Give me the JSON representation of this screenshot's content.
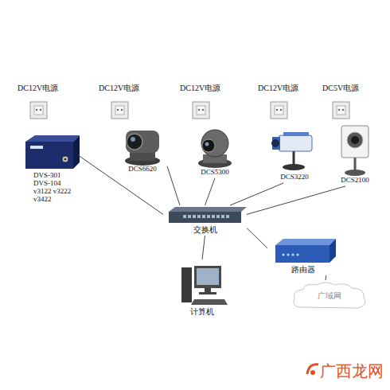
{
  "diagram": {
    "nodes": [
      {
        "text": [
          "DVS-301 DVS-104 v3122 v3222 v3422"
        ]
      },
      {
        "text": [
          "DCS6620"
        ]
      },
      {
        "text": [
          "DCS5300"
        ]
      },
      {
        "text": [
          "DCS3220"
        ]
      },
      {
        "text": [
          "DCS2100"
        ]
      },
      {
        "text": [
          "交换机"
        ]
      },
      {
        "text": [
          "路由器"
        ]
      },
      {
        "text": [
          "广域网"
        ]
      },
      {
        "text": [
          "计算机"
        ]
      }
    ],
    "edges": [
      {
        "from": 0,
        "to": 5,
        "arrow": "none"
      },
      {
        "from": 1,
        "to": 5,
        "arrow": "none"
      },
      {
        "from": 2,
        "to": 5,
        "arrow": "none"
      },
      {
        "from": 3,
        "to": 5,
        "arrow": "none"
      },
      {
        "from": 4,
        "to": 5,
        "arrow": "none"
      },
      {
        "from": 5,
        "to": 6,
        "arrow": "none"
      },
      {
        "from": 6,
        "to": 7,
        "arrow": "none"
      },
      {
        "from": 5,
        "to": 8,
        "arrow": "none"
      }
    ],
    "labels": [
      "DC12V电源",
      "DC12V电源",
      "DC12V电源",
      "DC12V电源",
      "DC5V电源",
      "广西龙网"
    ]
  }
}
